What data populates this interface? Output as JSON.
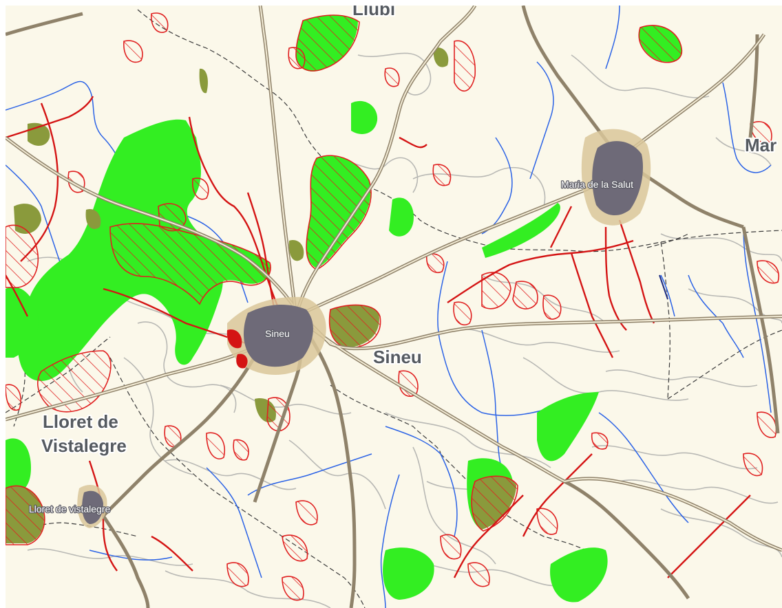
{
  "map": {
    "colors": {
      "background": "#fbf8ea",
      "frame": "#ffffff",
      "forest": "#33ee22",
      "shrub": "#8a9a3c",
      "hatch": "#e02020",
      "road": "#a89a7e",
      "road_casing": "#8f826a",
      "main_road_red": "#d41414",
      "stream": "#2a62e6",
      "contour": "#b8b8b4",
      "boundary": "#3a3a3a",
      "urban": "#6e6a78",
      "urban_halo": "#d9c79a"
    },
    "municipality_labels": [
      {
        "id": "lloret-de-vistalegre",
        "lines": [
          "Lloret de",
          "Vistalegre"
        ]
      },
      {
        "id": "sineu",
        "lines": [
          "Sineu"
        ]
      },
      {
        "id": "llubi",
        "lines": [
          "Llubí"
        ]
      },
      {
        "id": "maria",
        "lines": [
          "Mar"
        ]
      }
    ],
    "town_labels": [
      {
        "id": "sineu",
        "text": "Sineu"
      },
      {
        "id": "maria-de-la-salut",
        "text": "Maria de la Salut"
      },
      {
        "id": "lloret-de-vistalegre",
        "text": "Lloret de vistalegre"
      }
    ]
  }
}
